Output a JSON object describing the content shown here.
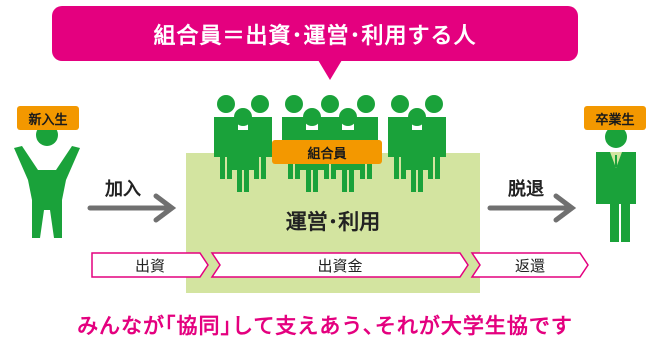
{
  "banner": {
    "text": "組合員＝出資･運営･利用する人"
  },
  "left": {
    "tag": "新入生",
    "join_label": "加入"
  },
  "right": {
    "tag": "卒業生",
    "leave_label": "脱退"
  },
  "center": {
    "tag": "組合員",
    "label": "運営･利用"
  },
  "flow": {
    "invest": "出資",
    "capital": "出資金",
    "refund": "返還"
  },
  "footer": {
    "text": "みんなが｢協同｣して支えあう､それが大学生協です"
  },
  "colors": {
    "magenta": "#e4007f",
    "orange": "#f39800",
    "green": "#1aa23a",
    "box": "#d3e4a0",
    "arrow": "#707070"
  }
}
